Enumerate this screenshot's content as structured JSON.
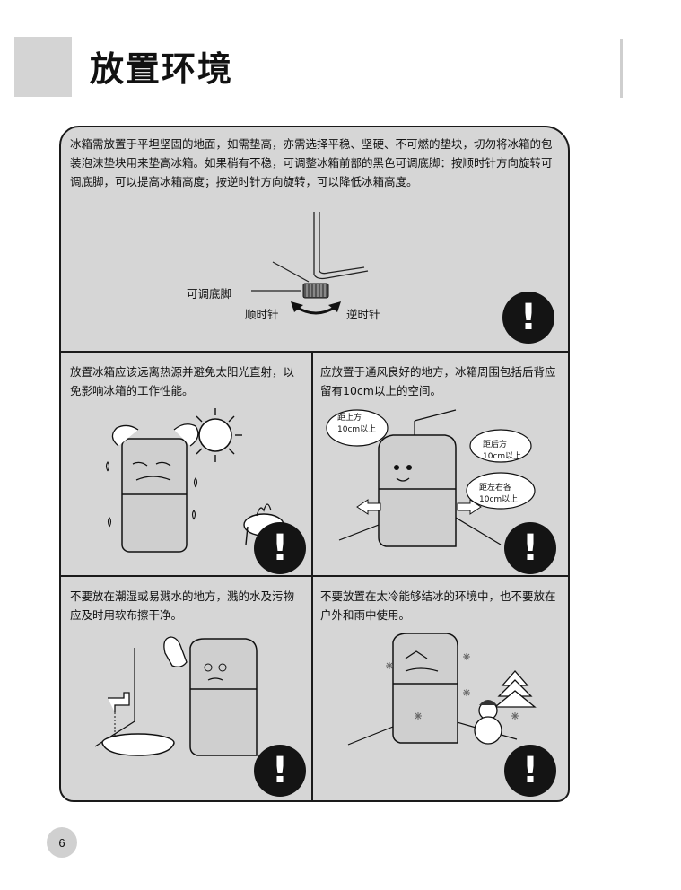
{
  "header": {
    "title": "放置环境"
  },
  "top": {
    "text": "冰箱需放置于平坦坚固的地面，如需垫高，亦需选择平稳、坚硬、不可燃的垫块，切勿将冰箱的包装泡沫垫块用来垫高冰箱。如果稍有不稳，可调整冰箱前部的黑色可调底脚：按顺时针方向旋转可调底脚，可以提高冰箱高度；按逆时针方向旋转，可以降低冰箱高度。",
    "label_foot": "可调底脚",
    "label_cw": "顺时针",
    "label_ccw": "逆时针"
  },
  "mid_left": {
    "text": "放置冰箱应该远离热源并避免太阳光直射，以免影响冰箱的工作性能。"
  },
  "mid_right": {
    "text": "应放置于通风良好的地方，冰箱周围包括后背应留有10cm以上的空间。",
    "bubble_top_1": "距上方",
    "bubble_top_2": "10cm以上",
    "bubble_back_1": "距后方",
    "bubble_back_2": "10cm以上",
    "bubble_side_1": "距左右各",
    "bubble_side_2": "10cm以上"
  },
  "bot_left": {
    "text": "不要放在潮湿或易溅水的地方，溅的水及污物应及时用软布擦干净。"
  },
  "bot_right": {
    "text": "不要放置在太冷能够结冰的环境中，也不要放在户外和雨中使用。"
  },
  "warning_symbol": "!",
  "page_number": "6"
}
